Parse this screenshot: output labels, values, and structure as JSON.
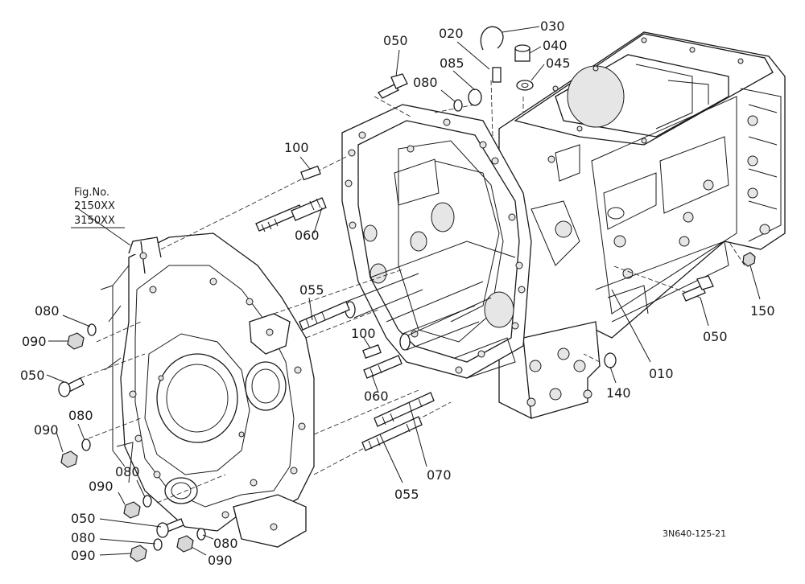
{
  "figure": {
    "fig_label": "Fig.No.",
    "fig_numbers": [
      "2150XX",
      "3150XX"
    ],
    "drawing_ref": "3N640-125-21"
  },
  "callouts": {
    "c010": "010",
    "c020": "020",
    "c030": "030",
    "c040": "040",
    "c045": "045",
    "c050a": "050",
    "c050b": "050",
    "c050c": "050",
    "c050d": "050",
    "c055a": "055",
    "c055b": "055",
    "c060a": "060",
    "c060b": "060",
    "c070": "070",
    "c080a": "080",
    "c080b": "080",
    "c080c": "080",
    "c080d": "080",
    "c080e": "080",
    "c080f": "080",
    "c085": "085",
    "c090a": "090",
    "c090b": "090",
    "c090c": "090",
    "c090d": "090",
    "c090e": "090",
    "c100a": "100",
    "c100b": "100",
    "c140": "140",
    "c150": "150"
  }
}
